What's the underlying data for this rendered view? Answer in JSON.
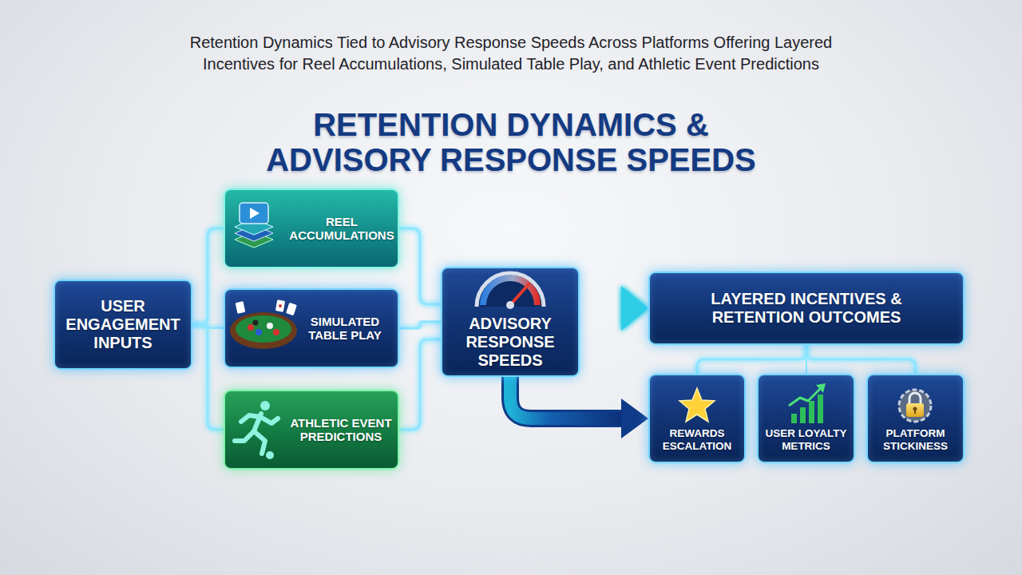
{
  "diagram": {
    "title": "RETENTION DYNAMICS & ADVISORY RESPONSE SPEEDS",
    "caption": "Retention Dynamics Tied to Advisory Response Speeds Across Platforms Offering Layered Incentives for Reel Accumulations, Simulated Table Play, and Athletic Event Predictions",
    "nodes": [
      {
        "text": [
          "USER ENGAGEMENT INPUTS"
        ]
      },
      {
        "text": [
          "REEL ACCUMULATIONS"
        ]
      },
      {
        "text": [
          "SIMULATED TABLE PLAY"
        ]
      },
      {
        "text": [
          "ATHLETIC EVENT PREDICTIONS"
        ]
      },
      {
        "text": [
          "ADVISORY RESPONSE SPEEDS"
        ]
      },
      {
        "text": [
          "LAYERED INCENTIVES & RETENTION OUTCOMES"
        ]
      },
      {
        "text": [
          "REWARDS ESCALATION"
        ]
      },
      {
        "text": [
          "USER LOYALTY METRICS"
        ]
      },
      {
        "text": [
          "PLATFORM STICKINESS"
        ]
      }
    ],
    "edges": [
      {
        "from": 0,
        "to": 1,
        "arrow": "none"
      },
      {
        "from": 0,
        "to": 2,
        "arrow": "none"
      },
      {
        "from": 0,
        "to": 3,
        "arrow": "none"
      },
      {
        "from": 1,
        "to": 4,
        "arrow": "none"
      },
      {
        "from": 2,
        "to": 4,
        "arrow": "none"
      },
      {
        "from": 3,
        "to": 4,
        "arrow": "none"
      },
      {
        "from": 4,
        "to": 5,
        "arrow": "to"
      },
      {
        "from": 4,
        "to": 6,
        "arrow": "to"
      },
      {
        "from": 5,
        "to": 6,
        "arrow": "none"
      },
      {
        "from": 5,
        "to": 7,
        "arrow": "none"
      },
      {
        "from": 5,
        "to": 8,
        "arrow": "none"
      }
    ]
  }
}
